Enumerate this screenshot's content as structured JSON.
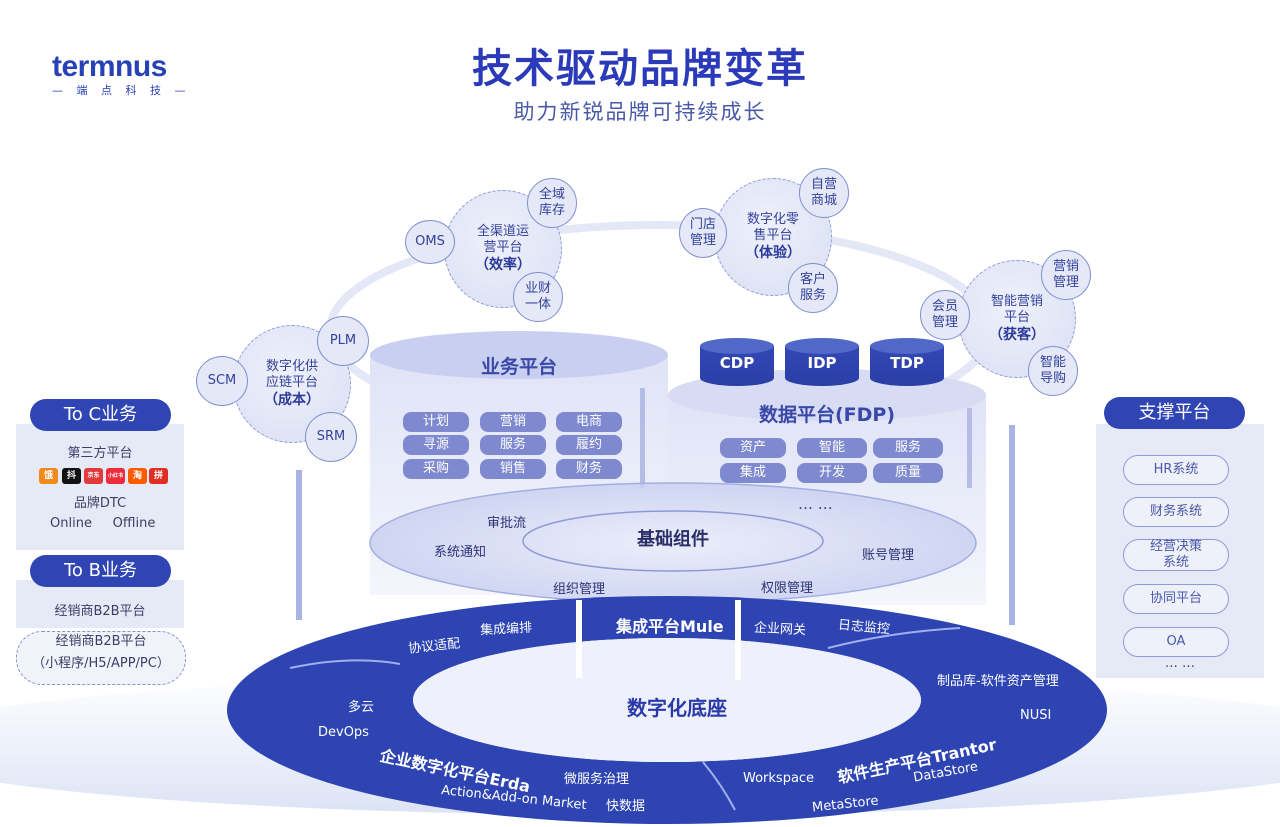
{
  "logo": {
    "name": "termnus",
    "sub": "— 端 点 科 技 —"
  },
  "title": "技术驱动品牌变革",
  "subtitle": "助力新锐品牌可持续成长",
  "bubbles": {
    "omni": {
      "l1": "全渠道运",
      "l2": "营平台",
      "l3": "（效率）",
      "oms": "OMS",
      "stock": "全域库存",
      "fin": "业财一体"
    },
    "retail": {
      "l1": "数字化零",
      "l2": "售平台",
      "l3": "（体验）",
      "store": "门店管理",
      "mall": "自营商城",
      "cs": "客户服务"
    },
    "marketing": {
      "l1": "智能营销",
      "l2": "平台",
      "l3": "（获客）",
      "member": "会员管理",
      "mgmt": "营销管理",
      "guide": "智能导购"
    },
    "supply": {
      "l1": "数字化供",
      "l2": "应链平台",
      "l3": "（成本）",
      "scm": "SCM",
      "plm": "PLM",
      "srm": "SRM"
    }
  },
  "business_platform": {
    "title": "业务平台",
    "tags": [
      "计划",
      "营销",
      "电商",
      "寻源",
      "服务",
      "履约",
      "采购",
      "销售",
      "财务"
    ]
  },
  "data_platform": {
    "title": "数据平台(FDP)",
    "cylinders": [
      "CDP",
      "IDP",
      "TDP"
    ],
    "tags": [
      "资产",
      "智能",
      "服务",
      "集成",
      "开发",
      "质量"
    ],
    "more": "… …"
  },
  "base_components": {
    "title": "基础组件",
    "items": {
      "approval": "审批流",
      "notify": "系统通知",
      "account": "账号管理",
      "org": "组织管理",
      "perm": "权限管理"
    }
  },
  "integration": {
    "title": "集成平台Mule",
    "items": {
      "protocol": "协议适配",
      "orchestrate": "集成编排",
      "gateway": "企业网关",
      "log": "日志监控"
    }
  },
  "digital_base": {
    "title": "数字化底座",
    "erda": {
      "title": "企业数字化平台Erda",
      "multicloud": "多云",
      "devops": "DevOps",
      "market": "Action&Add-on Market",
      "micro": "微服务治理",
      "fast": "快数据"
    },
    "tranter": {
      "title": "软件生产平台Trantor",
      "repo": "制品库-软件资产管理",
      "nusi": "NUSI",
      "workspace": "Workspace",
      "metastore": "MetaStore",
      "datastore": "DataStore"
    }
  },
  "to_c": {
    "head": "To C业务",
    "third": "第三方平台",
    "apps": [
      "饿",
      "抖",
      "京东",
      "小红书",
      "淘",
      "拼"
    ],
    "dtc": "品牌DTC",
    "online": "Online",
    "offline": "Offline"
  },
  "to_b": {
    "head": "To B业务",
    "b2b": "经销商B2B平台",
    "b2b2_l1": "经销商B2B平台",
    "b2b2_l2": "（小程序/H5/APP/PC）"
  },
  "support": {
    "head": "支撑平台",
    "items": [
      "HR系统",
      "财务系统",
      "经营决策系统",
      "协同平台",
      "OA"
    ],
    "more": "… …"
  }
}
